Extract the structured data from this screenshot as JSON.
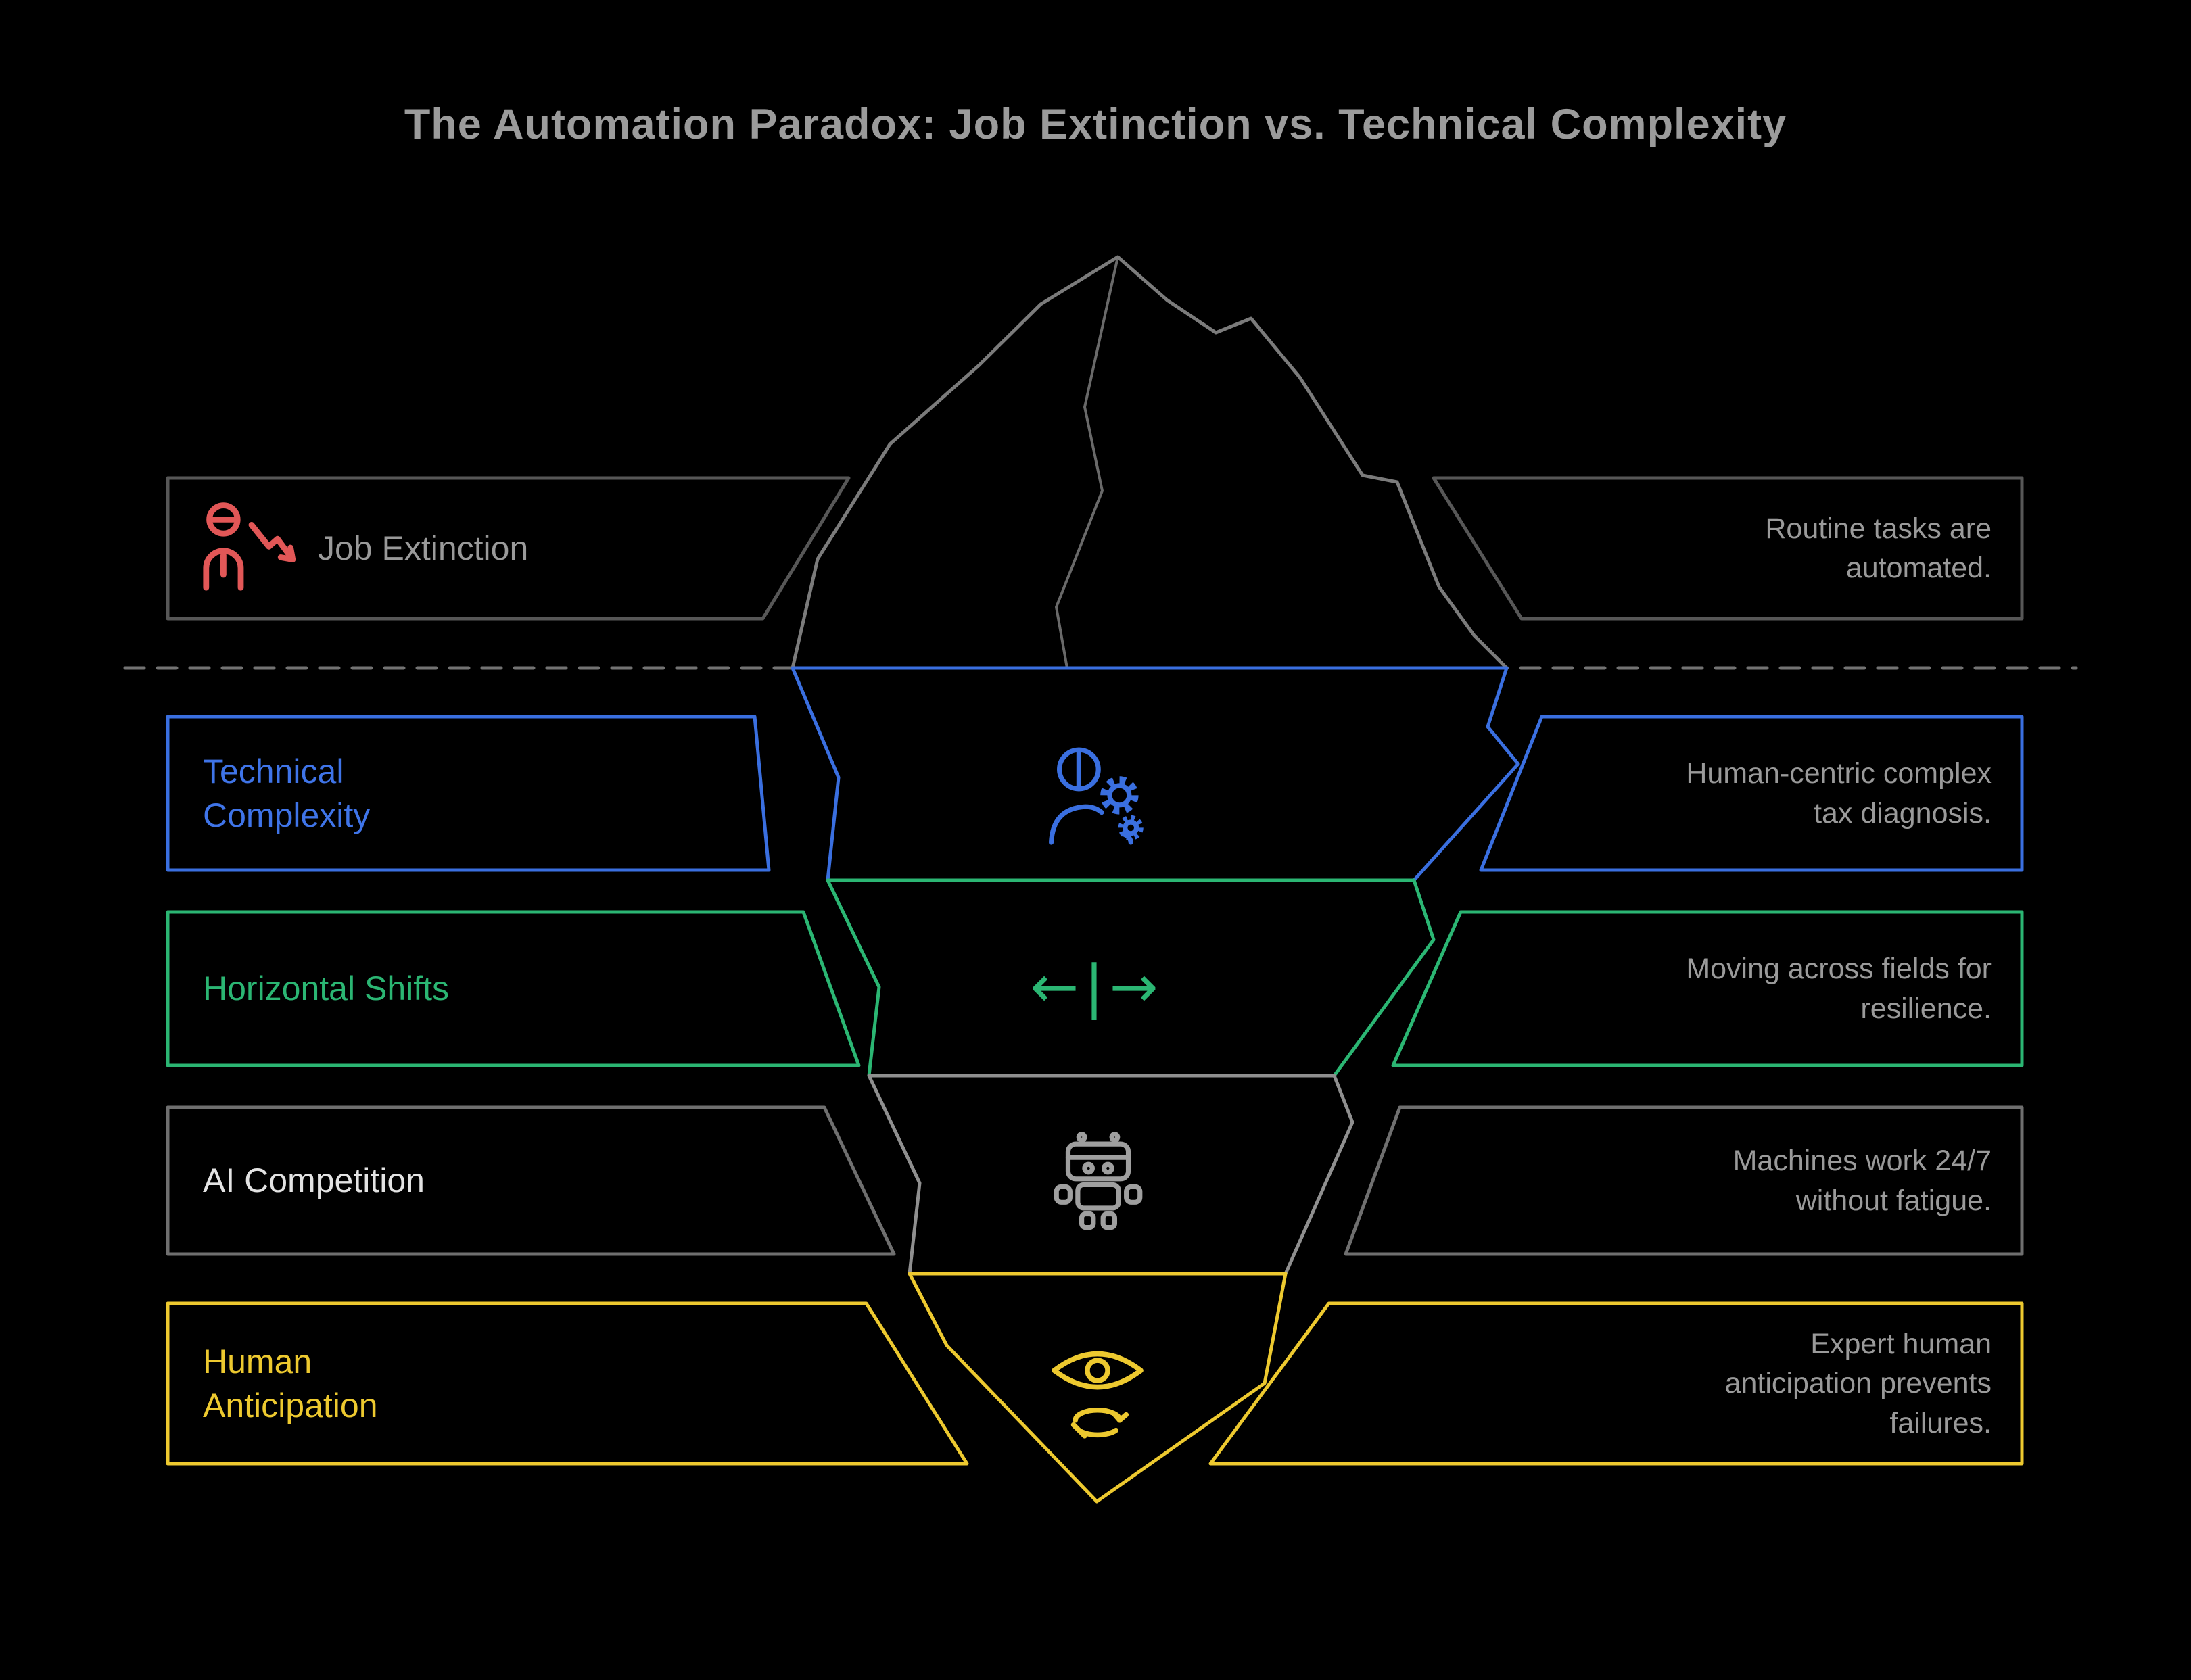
{
  "title": "The Automation Paradox: Job Extinction vs. Technical Complexity",
  "rows": [
    {
      "label": "Job Extinction",
      "description": "Routine tasks are\nautomated."
    },
    {
      "label": "Technical\nComplexity",
      "description": "Human-centric complex\ntax diagnosis."
    },
    {
      "label": "Horizontal Shifts",
      "description": "Moving across fields for\nresilience."
    },
    {
      "label": "AI Competition",
      "description": "Machines work 24/7\nwithout fatigue."
    },
    {
      "label": "Human\nAnticipation",
      "description": "Expert human\nanticipation prevents\nfailures."
    }
  ],
  "icons": {
    "shift_glyph": "←|→",
    "row1": "person-decline-icon",
    "row2": "human-gear-icon",
    "row3": "horizontal-shift-arrows-icon",
    "row4": "robot-icon",
    "row5": "eye-rotation-icon"
  },
  "colors": {
    "red": "#e25757",
    "blue": "#3a6fe0",
    "green": "#2bb673",
    "yellow": "#edc92f",
    "gray_segment": "#8f8f8f",
    "gray_box": "#575757",
    "gray_box_bright": "#6f6f6f",
    "iceberg_gray": "#7b7b7b",
    "robot_gray": "#9f9f9f"
  }
}
